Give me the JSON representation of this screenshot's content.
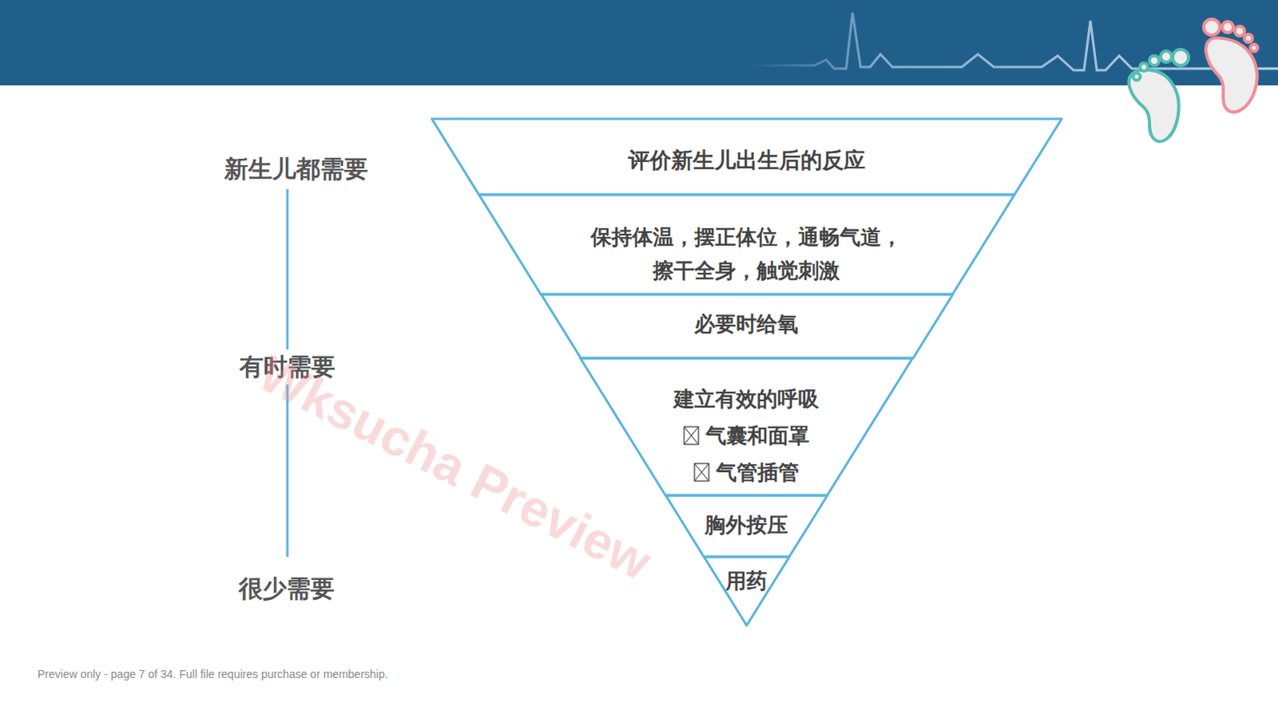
{
  "diagram": {
    "nodes": [
      {
        "text": [
          "评价新生儿出生后的反应"
        ]
      },
      {
        "text": [
          "保持体温，摆正体位，通畅气道， 擦干全身，触觉刺激"
        ]
      },
      {
        "text": [
          "必要时给氧"
        ]
      },
      {
        "text": [
          "建立有效的呼吸",
          "气囊和面罩",
          "气管插管"
        ]
      },
      {
        "text": [
          "胸外按压"
        ]
      },
      {
        "text": [
          "用药"
        ]
      }
    ],
    "labels": [
      "新生儿都需要",
      "有时需要",
      "很少需要",
      "Wksucha Preview",
      "Preview only - page 7 of 34. Full file requires purchase or membership."
    ]
  }
}
